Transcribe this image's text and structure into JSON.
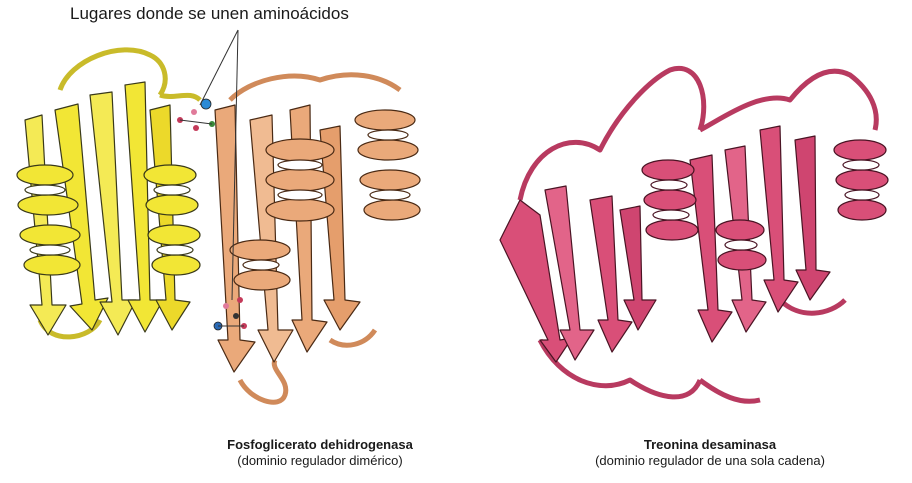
{
  "annotation": {
    "label": "Lugares donde se unen aminoácidos"
  },
  "left_structure": {
    "title": "Fosfoglicerato dehidrogenasa",
    "subtitle": "(dominio regulador dimérico)",
    "chain_a_color": "#f2e635",
    "chain_b_color": "#eaa97a"
  },
  "right_structure": {
    "title": "Treonina desaminasa",
    "subtitle": "(dominio regulador de una sola cadena)",
    "color": "#d94f78"
  }
}
